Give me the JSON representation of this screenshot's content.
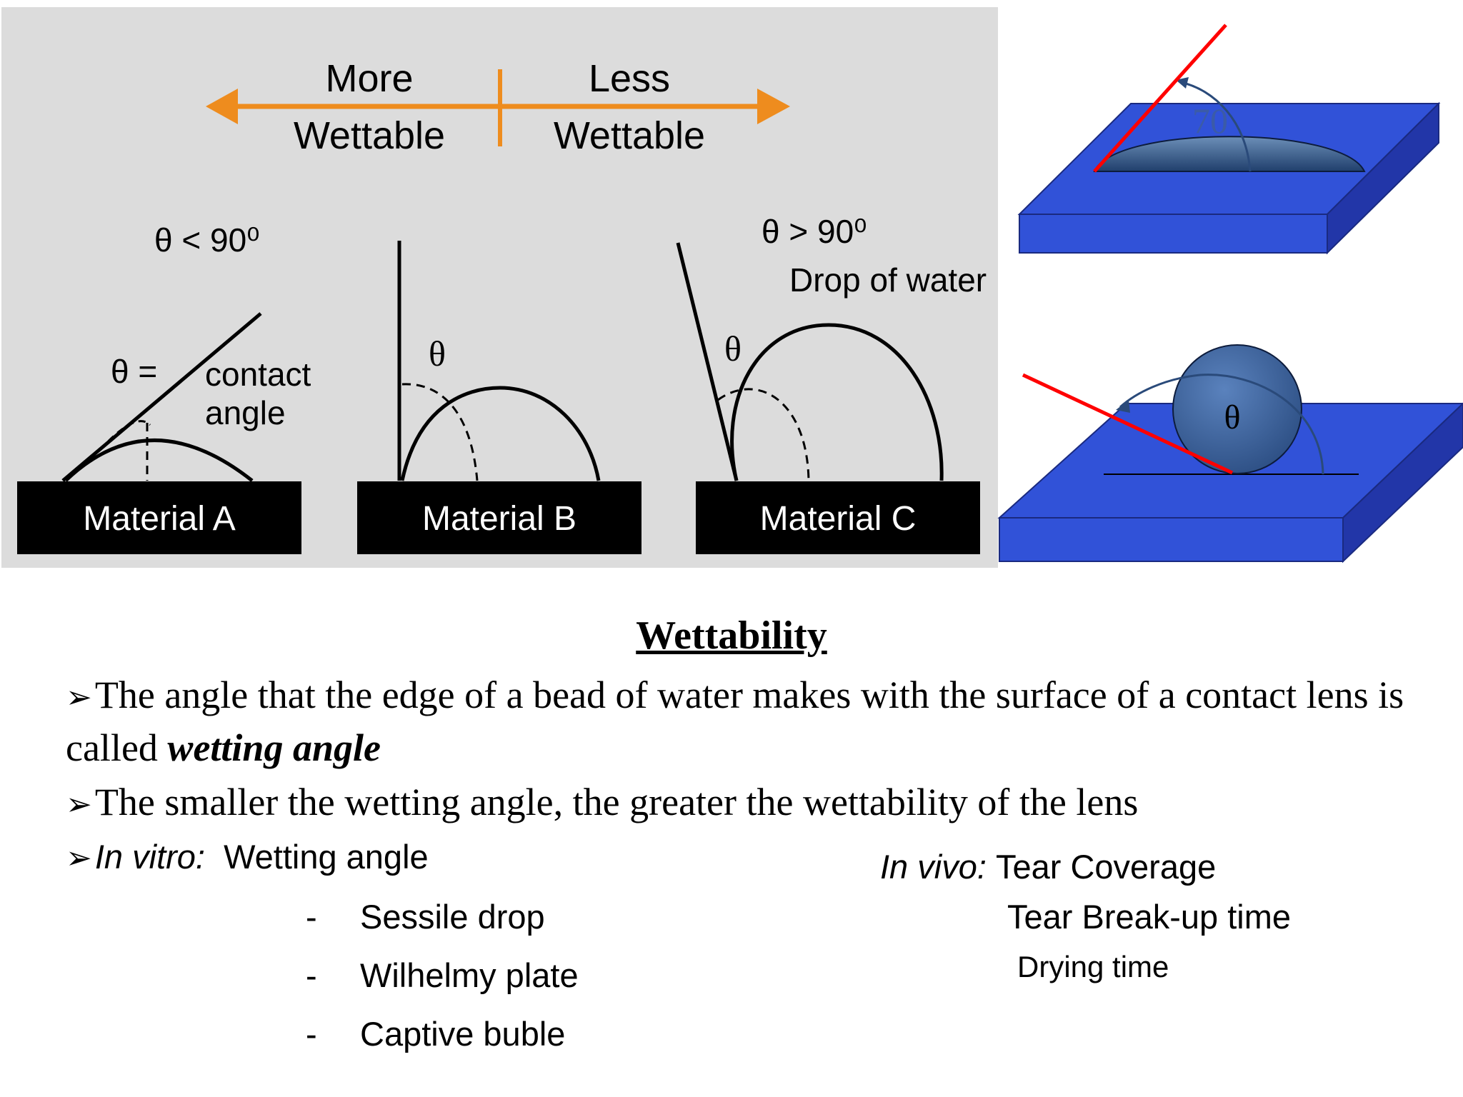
{
  "diagram": {
    "axis": {
      "left_top": "More",
      "left_bottom": "Wettable",
      "right_top": "Less",
      "right_bottom": "Wettable"
    },
    "material_a": {
      "angle_label": "θ < 90⁰",
      "theta_eq": "θ =",
      "contact": "contact",
      "angle": "angle",
      "block": "Material A"
    },
    "material_b": {
      "theta": "θ",
      "block": "Material B"
    },
    "material_c": {
      "angle_label": "θ > 90⁰",
      "drop_label": "Drop of water",
      "theta": "θ",
      "block": "Material C"
    },
    "plate_top": {
      "angle_value": "70"
    },
    "plate_bottom": {
      "theta": "θ"
    }
  },
  "slide": {
    "title": "Wettability",
    "bullet1_text": "The angle that the edge of a bead of water makes with the surface of a contact lens is called ",
    "bullet1_emph": "wetting angle",
    "bullet2_text": "The smaller the wetting angle, the greater the wettability of the lens",
    "in_vitro_label": "In vitro:",
    "in_vitro_value": "Wetting angle",
    "in_vitro_items": [
      "Sessile drop",
      "Wilhelmy plate",
      "Captive buble"
    ],
    "in_vivo_label": "In vivo:",
    "in_vivo_items": [
      "Tear Coverage",
      "Tear Break-up time",
      "Drying time"
    ]
  },
  "colors": {
    "panel_bg": "#dcdcdc",
    "arrow_orange": "#ee8c1e",
    "plate_blue": "#3152d8",
    "drop_blue": "#3f6aa3",
    "red_line": "#ff0000"
  }
}
